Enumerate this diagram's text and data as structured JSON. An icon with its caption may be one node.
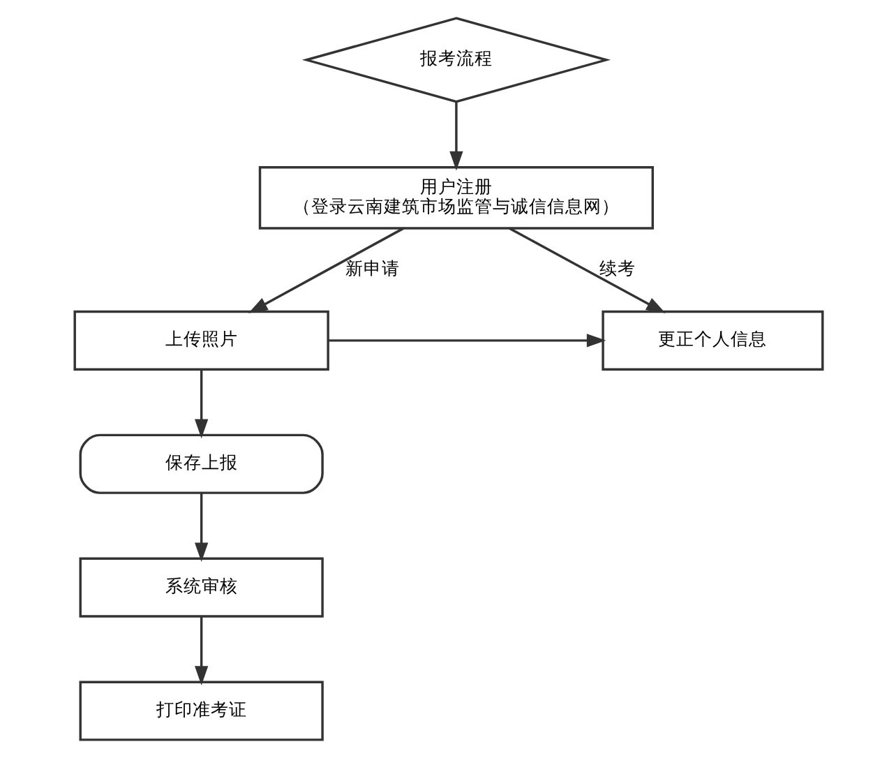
{
  "diagram": {
    "nodes": [
      {
        "text": [
          "报考流程"
        ]
      },
      {
        "text": [
          "用户注册",
          "（登录云南建筑市场监管与诚信信息网）"
        ]
      },
      {
        "text": [
          "上传照片"
        ]
      },
      {
        "text": [
          "更正个人信息"
        ]
      },
      {
        "text": [
          "保存上报"
        ]
      },
      {
        "text": [
          "系统审核"
        ]
      },
      {
        "text": [
          "打印准考证"
        ]
      }
    ],
    "edges": [
      {
        "from": 0,
        "to": 1,
        "arrow": "to"
      },
      {
        "from": 1,
        "to": 2,
        "arrow": "to",
        "label": "新申请"
      },
      {
        "from": 1,
        "to": 3,
        "arrow": "to",
        "label": "续考"
      },
      {
        "from": 2,
        "to": 4,
        "arrow": "to"
      },
      {
        "from": 2,
        "to": 3,
        "arrow": "to"
      },
      {
        "from": 4,
        "to": 5,
        "arrow": "to"
      },
      {
        "from": 5,
        "to": 6,
        "arrow": "to"
      }
    ]
  }
}
